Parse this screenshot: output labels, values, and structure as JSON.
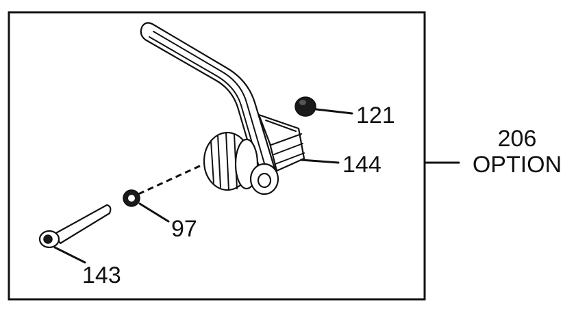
{
  "labels": {
    "part_121": "121",
    "part_144": "144",
    "part_97": "97",
    "part_143": "143",
    "option_number": "206",
    "option_word": "OPTION"
  },
  "colors": {
    "ink": "#111111",
    "background": "#ffffff"
  }
}
